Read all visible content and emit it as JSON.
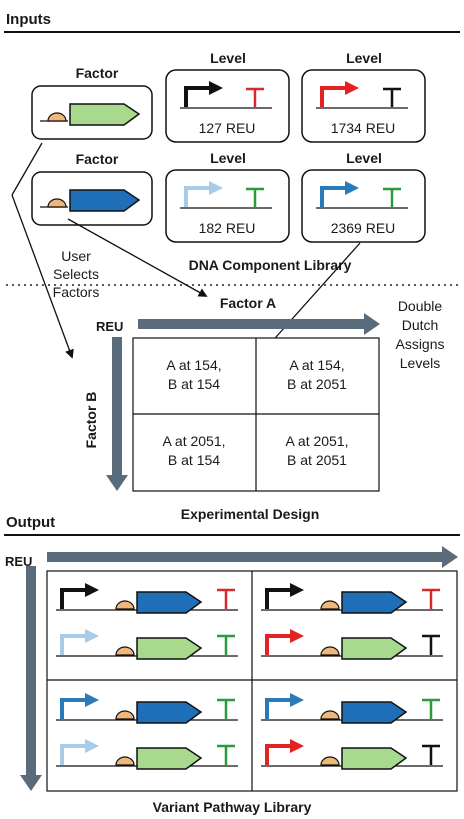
{
  "sections": {
    "inputs": "Inputs",
    "output": "Output"
  },
  "factors": {
    "label": "Factor",
    "items": [
      {
        "label": "Factor",
        "cds_color": "#a9d98c"
      },
      {
        "label": "Factor",
        "cds_color": "#1f6fb8"
      }
    ]
  },
  "levels": [
    {
      "label": "Level",
      "value": "127 REU",
      "arrow_color": "#111111",
      "terminator_color": "#d42a2a"
    },
    {
      "label": "Level",
      "value": "1734 REU",
      "arrow_color": "#e32222",
      "terminator_color": "#111111"
    },
    {
      "label": "Level",
      "value": "182 REU",
      "arrow_color": "#a8cce8",
      "terminator_color": "#2a9a3a"
    },
    {
      "label": "Level",
      "value": "2369 REU",
      "arrow_color": "#2a7ab8",
      "terminator_color": "#2a9a3a"
    }
  ],
  "library_caption": "DNA Component Library",
  "user_selects": [
    "User",
    "Selects",
    "Factors"
  ],
  "double_dutch": [
    "Double",
    "Dutch",
    "Assigns",
    "Levels"
  ],
  "design": {
    "factor_a": "Factor A",
    "factor_b": "Factor B",
    "reu": "REU",
    "cells": [
      [
        "A at 154,",
        "B at 154"
      ],
      [
        "A at 154,",
        "B at 2051"
      ],
      [
        "A at 2051,",
        "B at 154"
      ],
      [
        "A at 2051,",
        "B at 2051"
      ]
    ],
    "caption": "Experimental Design"
  },
  "output_section": {
    "reu": "REU",
    "caption": "Variant Pathway Library"
  },
  "colors": {
    "arrow_bar": "#5a6b7c",
    "rbs": "#f0b878",
    "cds_green": "#a9d98c",
    "cds_blue": "#1f6fb8"
  }
}
